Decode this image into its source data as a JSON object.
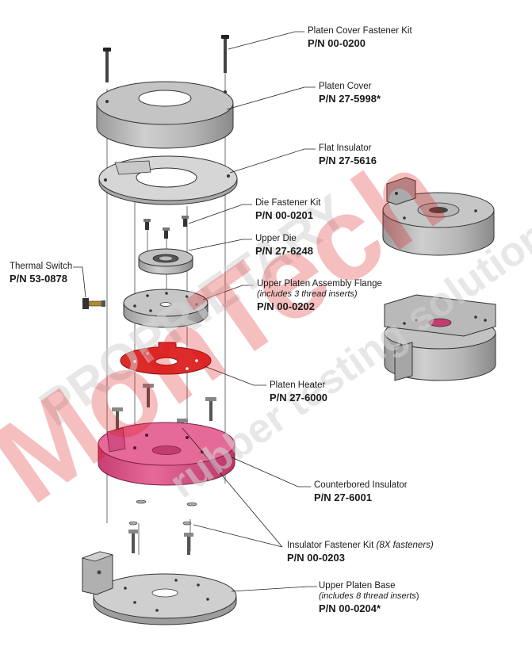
{
  "watermark": {
    "proprietary": "PROPRIETARY",
    "brand": "MonTech",
    "tagline": "rubber testing solutions"
  },
  "colors": {
    "steel": "#bdbdbd",
    "steel_dark": "#8f8f8f",
    "heater_red": "#dd2a2a",
    "insulator_pink": "#e0588c",
    "watermark_red": "#e01818",
    "watermark_grey": "#d4d4d4"
  },
  "callouts": [
    {
      "id": "platen-cover-fastener-kit",
      "name": "Platen Cover Fastener Kit",
      "pn": "P/N 00-0200"
    },
    {
      "id": "platen-cover",
      "name": "Platen Cover",
      "pn": "P/N 27-5998*"
    },
    {
      "id": "flat-insulator",
      "name": "Flat Insulator",
      "pn": "P/N 27-5616"
    },
    {
      "id": "die-fastener-kit",
      "name": "Die Fastener Kit",
      "pn": "P/N 00-0201"
    },
    {
      "id": "upper-die",
      "name": "Upper Die",
      "pn": "P/N 27-6248"
    },
    {
      "id": "thermal-switch",
      "name": "Thermal Switch",
      "pn": "P/N 53-0878"
    },
    {
      "id": "upper-platen-assembly-flange",
      "name": "Upper Platen Assembly Flange",
      "sub": "(includes 3 thread inserts)",
      "pn": "P/N 00-0202"
    },
    {
      "id": "platen-heater",
      "name": "Platen Heater",
      "pn": "P/N 27-6000"
    },
    {
      "id": "counterbored-insulator",
      "name": "Counterbored Insulator",
      "pn": "P/N 27-6001"
    },
    {
      "id": "insulator-fastener-kit",
      "name": "Insulator Fastener Kit",
      "note": "(8X fasteners)",
      "pn": "P/N 00-0203"
    },
    {
      "id": "upper-platen-base",
      "name": "Upper Platen Base",
      "sub_italic": "(includes 8 thread inserts",
      "sub_close": ")",
      "pn": "P/N 00-0204*"
    }
  ]
}
